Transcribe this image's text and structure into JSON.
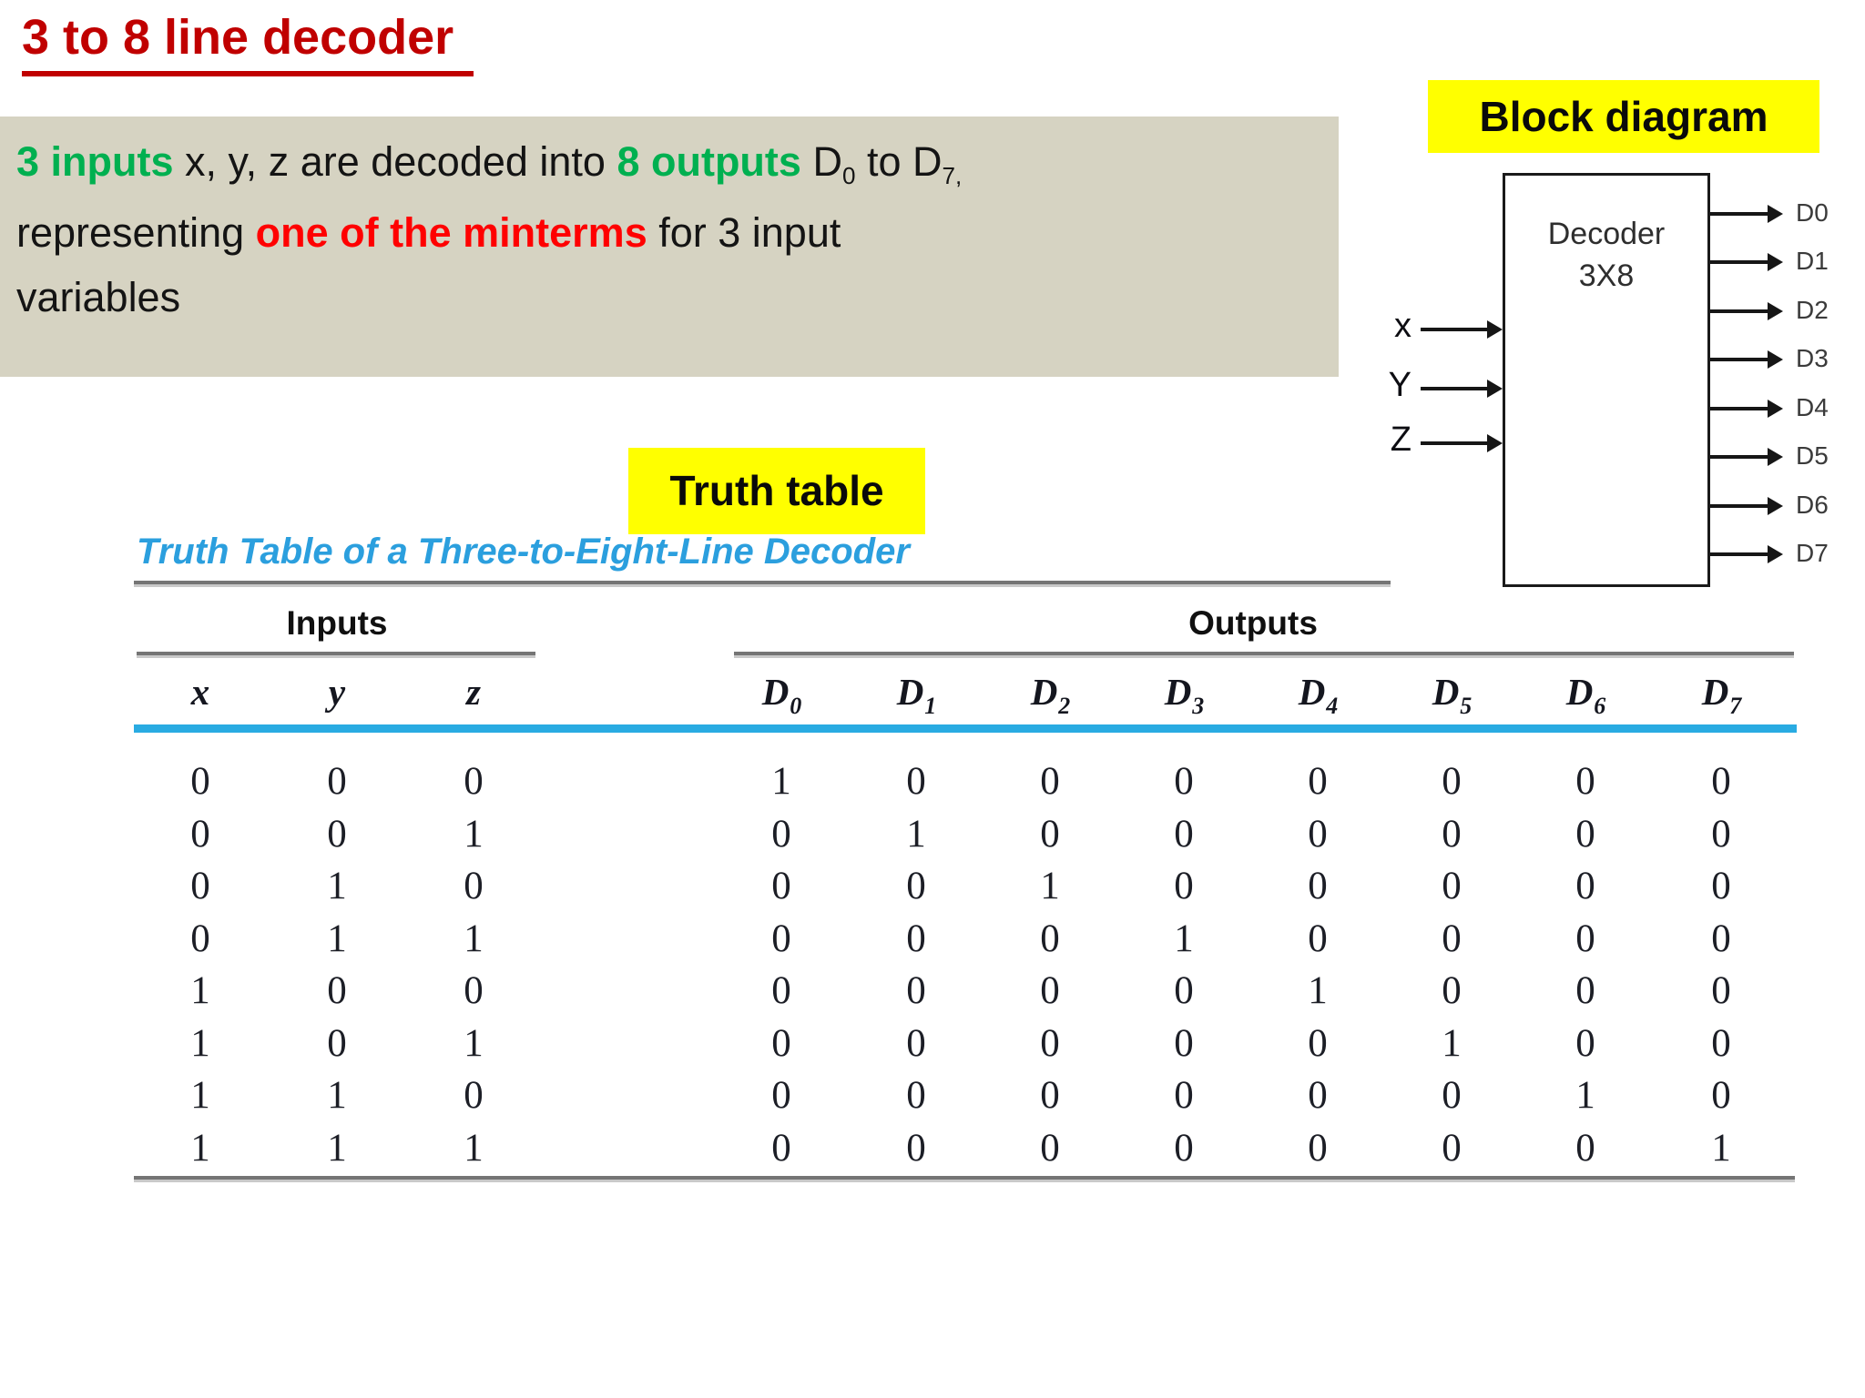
{
  "title": "3 to 8 line decoder",
  "description": {
    "lines": [
      [
        {
          "t": "3 inputs",
          "s": "green"
        },
        {
          "t": " x, y, z are decoded into ",
          "s": "plain"
        },
        {
          "t": "8 outputs",
          "s": "green"
        },
        {
          "t": " D",
          "s": "plain"
        },
        {
          "t": "0",
          "s": "sub"
        },
        {
          "t": " to D",
          "s": "plain"
        },
        {
          "t": "7,",
          "s": "sub"
        }
      ],
      [
        {
          "t": "representing ",
          "s": "plain"
        },
        {
          "t": "one of the minterms",
          "s": "red"
        },
        {
          "t": " for 3 input",
          "s": "plain"
        }
      ],
      [
        {
          "t": "variables",
          "s": "plain"
        }
      ]
    ]
  },
  "block_diagram": {
    "label": "Block diagram",
    "box_line1": "Decoder",
    "box_line2": "3X8",
    "inputs": [
      "x",
      "Y",
      "Z"
    ],
    "outputs": [
      "D0",
      "D1",
      "D2",
      "D3",
      "D4",
      "D5",
      "D6",
      "D7"
    ]
  },
  "truth_table": {
    "label": "Truth table",
    "caption": "Truth Table of a Three-to-Eight-Line Decoder",
    "group_headers": {
      "inputs": "Inputs",
      "outputs": "Outputs"
    },
    "input_columns": [
      "x",
      "y",
      "z"
    ],
    "output_columns": [
      {
        "base": "D",
        "sub": "0"
      },
      {
        "base": "D",
        "sub": "1"
      },
      {
        "base": "D",
        "sub": "2"
      },
      {
        "base": "D",
        "sub": "3"
      },
      {
        "base": "D",
        "sub": "4"
      },
      {
        "base": "D",
        "sub": "5"
      },
      {
        "base": "D",
        "sub": "6"
      },
      {
        "base": "D",
        "sub": "7"
      }
    ],
    "rows": [
      {
        "inputs": [
          "0",
          "0",
          "0"
        ],
        "outputs": [
          "1",
          "0",
          "0",
          "0",
          "0",
          "0",
          "0",
          "0"
        ]
      },
      {
        "inputs": [
          "0",
          "0",
          "1"
        ],
        "outputs": [
          "0",
          "1",
          "0",
          "0",
          "0",
          "0",
          "0",
          "0"
        ]
      },
      {
        "inputs": [
          "0",
          "1",
          "0"
        ],
        "outputs": [
          "0",
          "0",
          "1",
          "0",
          "0",
          "0",
          "0",
          "0"
        ]
      },
      {
        "inputs": [
          "0",
          "1",
          "1"
        ],
        "outputs": [
          "0",
          "0",
          "0",
          "1",
          "0",
          "0",
          "0",
          "0"
        ]
      },
      {
        "inputs": [
          "1",
          "0",
          "0"
        ],
        "outputs": [
          "0",
          "0",
          "0",
          "0",
          "1",
          "0",
          "0",
          "0"
        ]
      },
      {
        "inputs": [
          "1",
          "0",
          "1"
        ],
        "outputs": [
          "0",
          "0",
          "0",
          "0",
          "0",
          "1",
          "0",
          "0"
        ]
      },
      {
        "inputs": [
          "1",
          "1",
          "0"
        ],
        "outputs": [
          "0",
          "0",
          "0",
          "0",
          "0",
          "0",
          "1",
          "0"
        ]
      },
      {
        "inputs": [
          "1",
          "1",
          "1"
        ],
        "outputs": [
          "0",
          "0",
          "0",
          "0",
          "0",
          "0",
          "0",
          "1"
        ]
      }
    ]
  },
  "colors": {
    "title_red": "#C00000",
    "emphasis_green": "#00B050",
    "emphasis_red": "#FF0000",
    "highlight_yellow": "#FFFF00",
    "panel_beige": "#D6D3C2",
    "table_rule_blue": "#29ABE2",
    "caption_blue": "#2B9FDE",
    "rule_gray": "#757575"
  }
}
